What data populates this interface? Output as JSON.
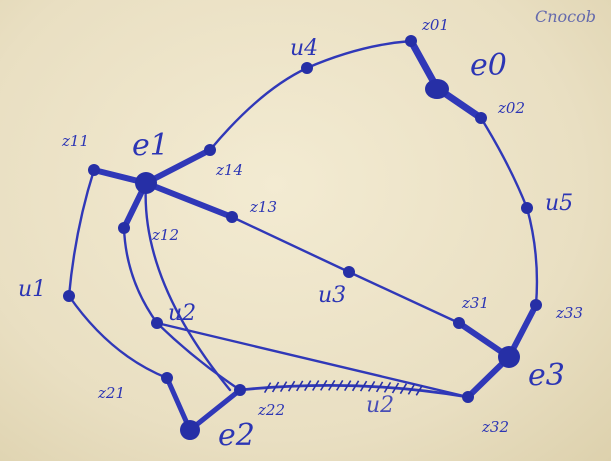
{
  "corner_text": "Cnocob",
  "blocks": [
    {
      "id": "e0",
      "text": "e0",
      "terminals": [
        "z01",
        "z02"
      ]
    },
    {
      "id": "e1",
      "text": "e1",
      "terminals": [
        "z11",
        "z12",
        "z13",
        "z14"
      ]
    },
    {
      "id": "e2",
      "text": "e2",
      "terminals": [
        "z21",
        "z22"
      ]
    },
    {
      "id": "e3",
      "text": "e3",
      "terminals": [
        "z31",
        "z32",
        "z33"
      ]
    }
  ],
  "connectors": [
    {
      "id": "u1",
      "text": "u1"
    },
    {
      "id": "u2",
      "text": "u2"
    },
    {
      "id": "u3",
      "text": "u3"
    },
    {
      "id": "u4",
      "text": "u4"
    },
    {
      "id": "u5",
      "text": "u5"
    }
  ],
  "terminal_labels": {
    "z01": "z01",
    "z02": "z02",
    "z11": "z11",
    "z12": "z12",
    "z13": "z13",
    "z14": "z14",
    "z21": "z21",
    "z22": "z22",
    "z31": "z31",
    "z32": "z32",
    "z33": "z33"
  },
  "crossed_edge_label": "u2",
  "ink_color": "#2c35b4"
}
